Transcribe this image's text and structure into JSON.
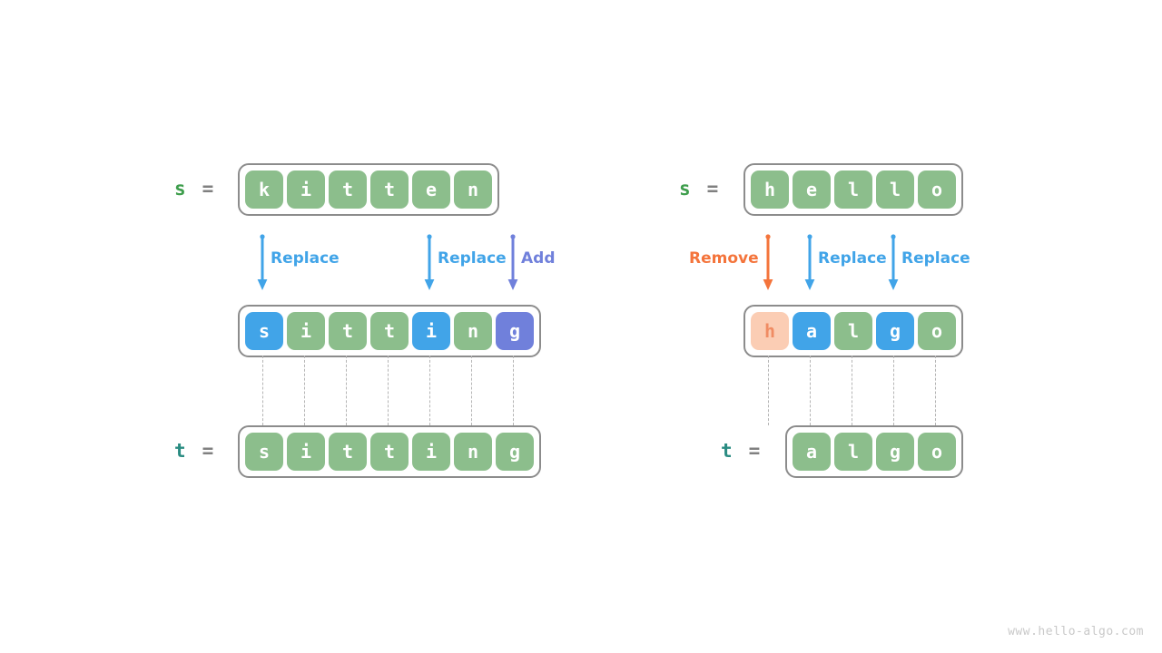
{
  "watermark": "www.hello-algo.com",
  "colors": {
    "green_cell": "#8cbe8c",
    "blue_cell": "#41a4e8",
    "purple_cell": "#7080db",
    "peach_cell": "#fbcdb4",
    "replace_text": "#41a4e8",
    "add_text": "#7080db",
    "remove_text": "#f4743b",
    "var_s": "#3f9e4d",
    "var_t": "#2a8c82",
    "container_border": "#8c8c8c",
    "connector": "#b5b5b5"
  },
  "left": {
    "source": {
      "var_name": "s",
      "equals": "=",
      "word": "kitten",
      "cells": [
        {
          "char": "k",
          "color": "green"
        },
        {
          "char": "i",
          "color": "green"
        },
        {
          "char": "t",
          "color": "green"
        },
        {
          "char": "t",
          "color": "green"
        },
        {
          "char": "e",
          "color": "green"
        },
        {
          "char": "n",
          "color": "green"
        }
      ]
    },
    "operations": [
      {
        "label": "Replace",
        "color": "blue",
        "target_index": 0
      },
      {
        "label": "Replace",
        "color": "blue",
        "target_index": 4
      },
      {
        "label": "Add",
        "color": "purple",
        "target_index": 6
      }
    ],
    "result": {
      "word": "sitting",
      "cells": [
        {
          "char": "s",
          "color": "blue"
        },
        {
          "char": "i",
          "color": "green"
        },
        {
          "char": "t",
          "color": "green"
        },
        {
          "char": "t",
          "color": "green"
        },
        {
          "char": "i",
          "color": "blue"
        },
        {
          "char": "n",
          "color": "green"
        },
        {
          "char": "g",
          "color": "purple"
        }
      ]
    },
    "target": {
      "var_name": "t",
      "equals": "=",
      "word": "sitting",
      "cells": [
        {
          "char": "s",
          "color": "green"
        },
        {
          "char": "i",
          "color": "green"
        },
        {
          "char": "t",
          "color": "green"
        },
        {
          "char": "t",
          "color": "green"
        },
        {
          "char": "i",
          "color": "green"
        },
        {
          "char": "n",
          "color": "green"
        },
        {
          "char": "g",
          "color": "green"
        }
      ]
    }
  },
  "right": {
    "source": {
      "var_name": "s",
      "equals": "=",
      "word": "hello",
      "cells": [
        {
          "char": "h",
          "color": "green"
        },
        {
          "char": "e",
          "color": "green"
        },
        {
          "char": "l",
          "color": "green"
        },
        {
          "char": "l",
          "color": "green"
        },
        {
          "char": "o",
          "color": "green"
        }
      ]
    },
    "operations": [
      {
        "label": "Remove",
        "color": "orange",
        "target_index": 0
      },
      {
        "label": "Replace",
        "color": "blue",
        "target_index": 1
      },
      {
        "label": "Replace",
        "color": "blue",
        "target_index": 3
      }
    ],
    "result": {
      "word": "halgo",
      "cells": [
        {
          "char": "h",
          "color": "peach"
        },
        {
          "char": "a",
          "color": "blue"
        },
        {
          "char": "l",
          "color": "green"
        },
        {
          "char": "g",
          "color": "blue"
        },
        {
          "char": "o",
          "color": "green"
        }
      ]
    },
    "target": {
      "var_name": "t",
      "equals": "=",
      "word": "algo",
      "cells": [
        {
          "char": "a",
          "color": "green"
        },
        {
          "char": "l",
          "color": "green"
        },
        {
          "char": "g",
          "color": "green"
        },
        {
          "char": "o",
          "color": "green"
        }
      ]
    }
  }
}
